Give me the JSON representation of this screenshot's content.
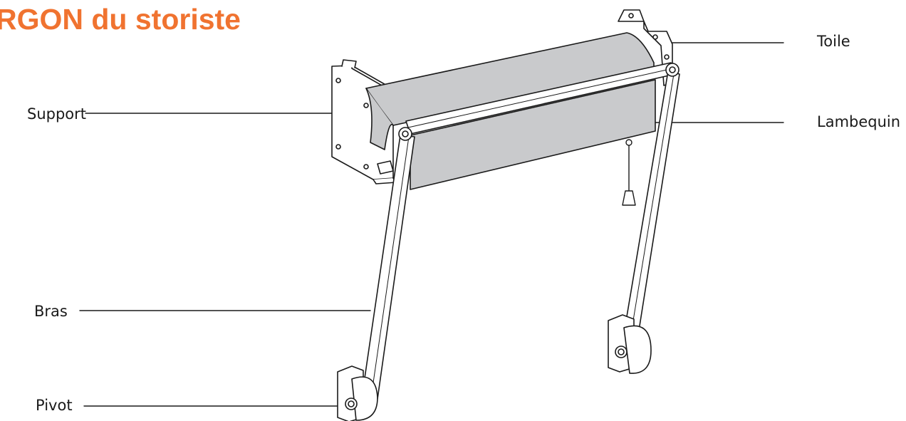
{
  "title": "RGON du storiste",
  "labels": {
    "toile": "Toile",
    "support": "Support",
    "lambequin": "Lambequin",
    "bras": "Bras",
    "pivot": "Pivot"
  },
  "colors": {
    "title": "#f07330",
    "fabric": "#c9cacc",
    "outline": "#1a1a1a"
  }
}
